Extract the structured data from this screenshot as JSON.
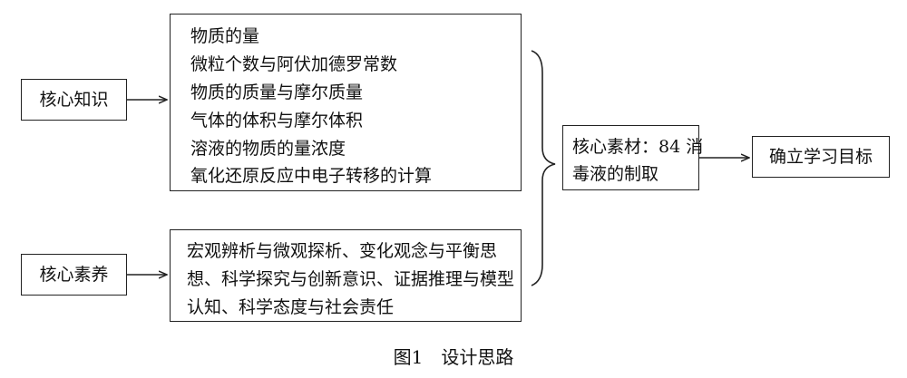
{
  "core_knowledge": "核心知识",
  "core_literacy": "核心素养",
  "knowledge_items": [
    "物质的量",
    "微粒个数与阿伏加德罗常数",
    "物质的质量与摩尔质量",
    "气体的体积与摩尔体积",
    "溶液的物质的量浓度",
    "氧化还原反应中电子转移的计算"
  ],
  "literacy_lines": [
    "宏观辨析与微观探析、变化观念与平衡思",
    "想、科学探究与创新意识、证据推理与模型",
    "认知、科学态度与社会责任"
  ],
  "core_material_lines": [
    "核心素材：84 消",
    "毒液的制取"
  ],
  "goal": "确立学习目标",
  "caption": "图1　设计思路"
}
